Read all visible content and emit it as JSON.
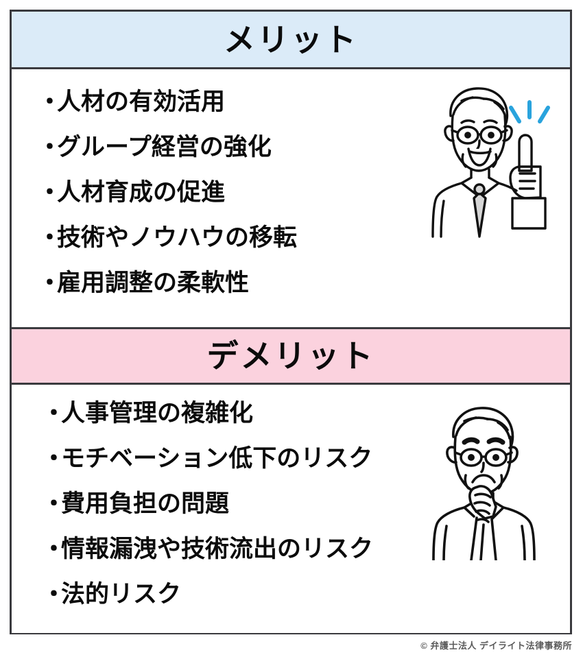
{
  "sections": [
    {
      "key": "merit",
      "title": "メリット",
      "band_color": "#dbebf8",
      "bullet": "・",
      "items": [
        "人材の有効活用",
        "グループ経営の強化",
        "人材育成の促進",
        "技術やノウハウの移転",
        "雇用調整の柔軟性"
      ],
      "illustration": "smiling-man-pointing-up-icon"
    },
    {
      "key": "demerit",
      "title": "デメリット",
      "band_color": "#fbd2de",
      "bullet": "・",
      "items": [
        "人事管理の複雑化",
        "モチベーション低下のリスク",
        "費用負担の問題",
        "情報漏洩や技術流出のリスク",
        "法的リスク"
      ],
      "illustration": "worried-man-hand-on-chin-icon"
    }
  ],
  "footer": {
    "copyright": "© 弁護士法人 デイライト法律事務所"
  },
  "colors": {
    "border": "#3a3a3e",
    "merit_band": "#dbebf8",
    "demerit_band": "#fbd2de",
    "sparkle": "#29a3dd",
    "tie": "#d6d6d6",
    "text": "#0b0b0b"
  }
}
